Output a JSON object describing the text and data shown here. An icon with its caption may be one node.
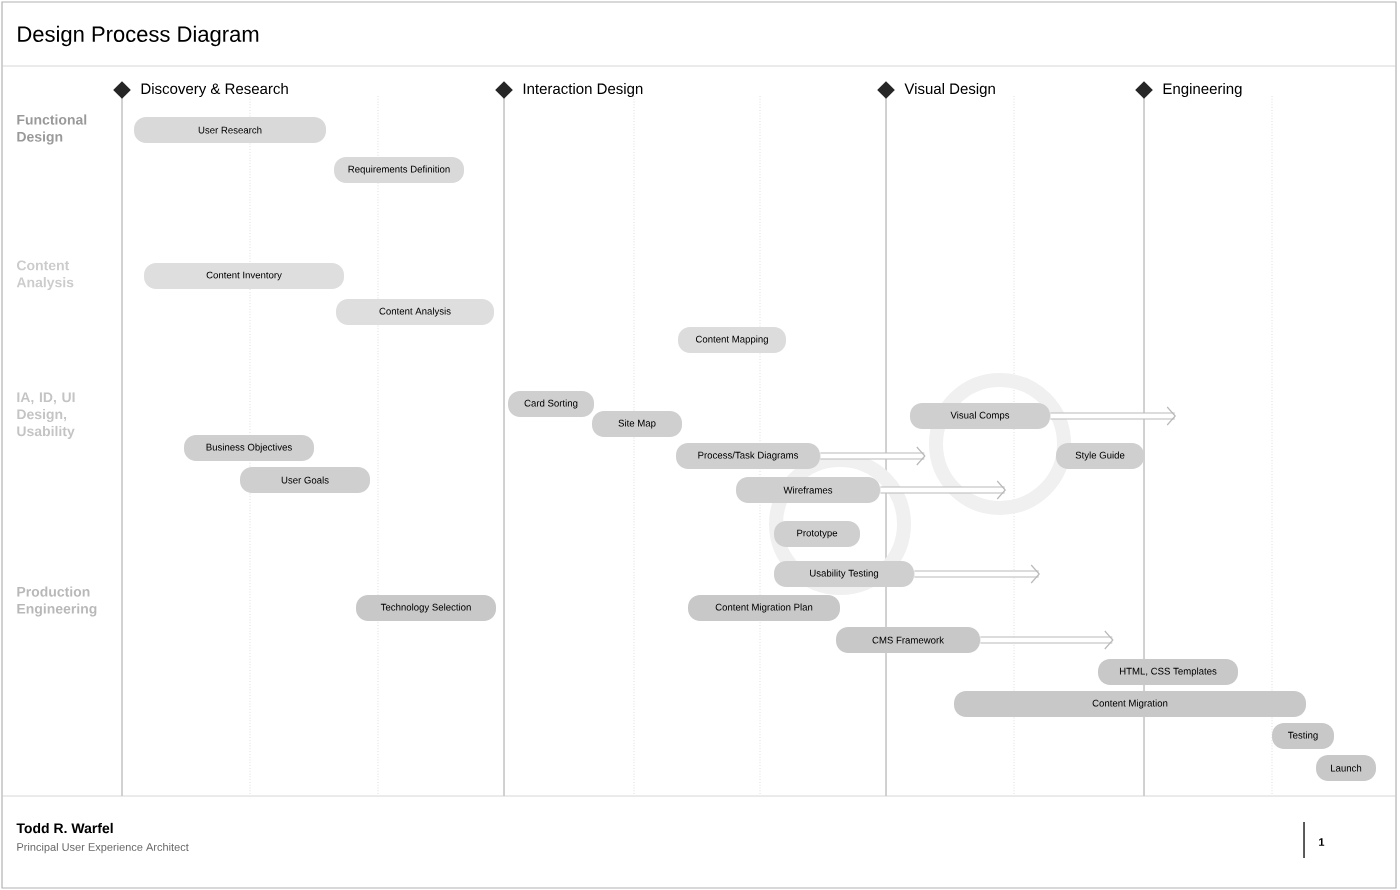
{
  "diagram": {
    "title": "Design Process Diagram",
    "nodes": [
      {
        "text": [
          "User Research"
        ]
      },
      {
        "text": [
          "Requirements Definition"
        ]
      },
      {
        "text": [
          "Content Inventory"
        ]
      },
      {
        "text": [
          "Content Analysis"
        ]
      },
      {
        "text": [
          "Content Mapping"
        ]
      },
      {
        "text": [
          "Card Sorting"
        ]
      },
      {
        "text": [
          "Site Map"
        ]
      },
      {
        "text": [
          "Business Objectives"
        ]
      },
      {
        "text": [
          "User Goals"
        ]
      },
      {
        "text": [
          "Visual Comps"
        ]
      },
      {
        "text": [
          "Process/Task Diagrams"
        ]
      },
      {
        "text": [
          "Style Guide"
        ]
      },
      {
        "text": [
          "Wireframes"
        ]
      },
      {
        "text": [
          "Prototype"
        ]
      },
      {
        "text": [
          "Usability Testing"
        ]
      },
      {
        "text": [
          "Technology Selection"
        ]
      },
      {
        "text": [
          "Content Migration Plan"
        ]
      },
      {
        "text": [
          "CMS Framework"
        ]
      },
      {
        "text": [
          "HTML, CSS Templates"
        ]
      },
      {
        "text": [
          "Content Migration"
        ]
      },
      {
        "text": [
          "Testing"
        ]
      },
      {
        "text": [
          "Launch"
        ]
      }
    ],
    "edges": [
      {
        "from": 9,
        "to": null,
        "arrow": "to"
      },
      {
        "from": 10,
        "to": 9,
        "arrow": "to"
      },
      {
        "from": 12,
        "to": null,
        "arrow": "to"
      },
      {
        "from": 14,
        "to": null,
        "arrow": "to"
      },
      {
        "from": 17,
        "to": 18,
        "arrow": "to"
      }
    ],
    "labels": [
      "Discovery & Research",
      "Interaction Design",
      "Visual Design",
      "Engineering",
      "Functional Design",
      "Content Analysis",
      "IA, ID, UI Design, Usability",
      "Production Engineering",
      "Todd R. Warfel",
      "Principal User Experience Architect",
      "1"
    ]
  }
}
